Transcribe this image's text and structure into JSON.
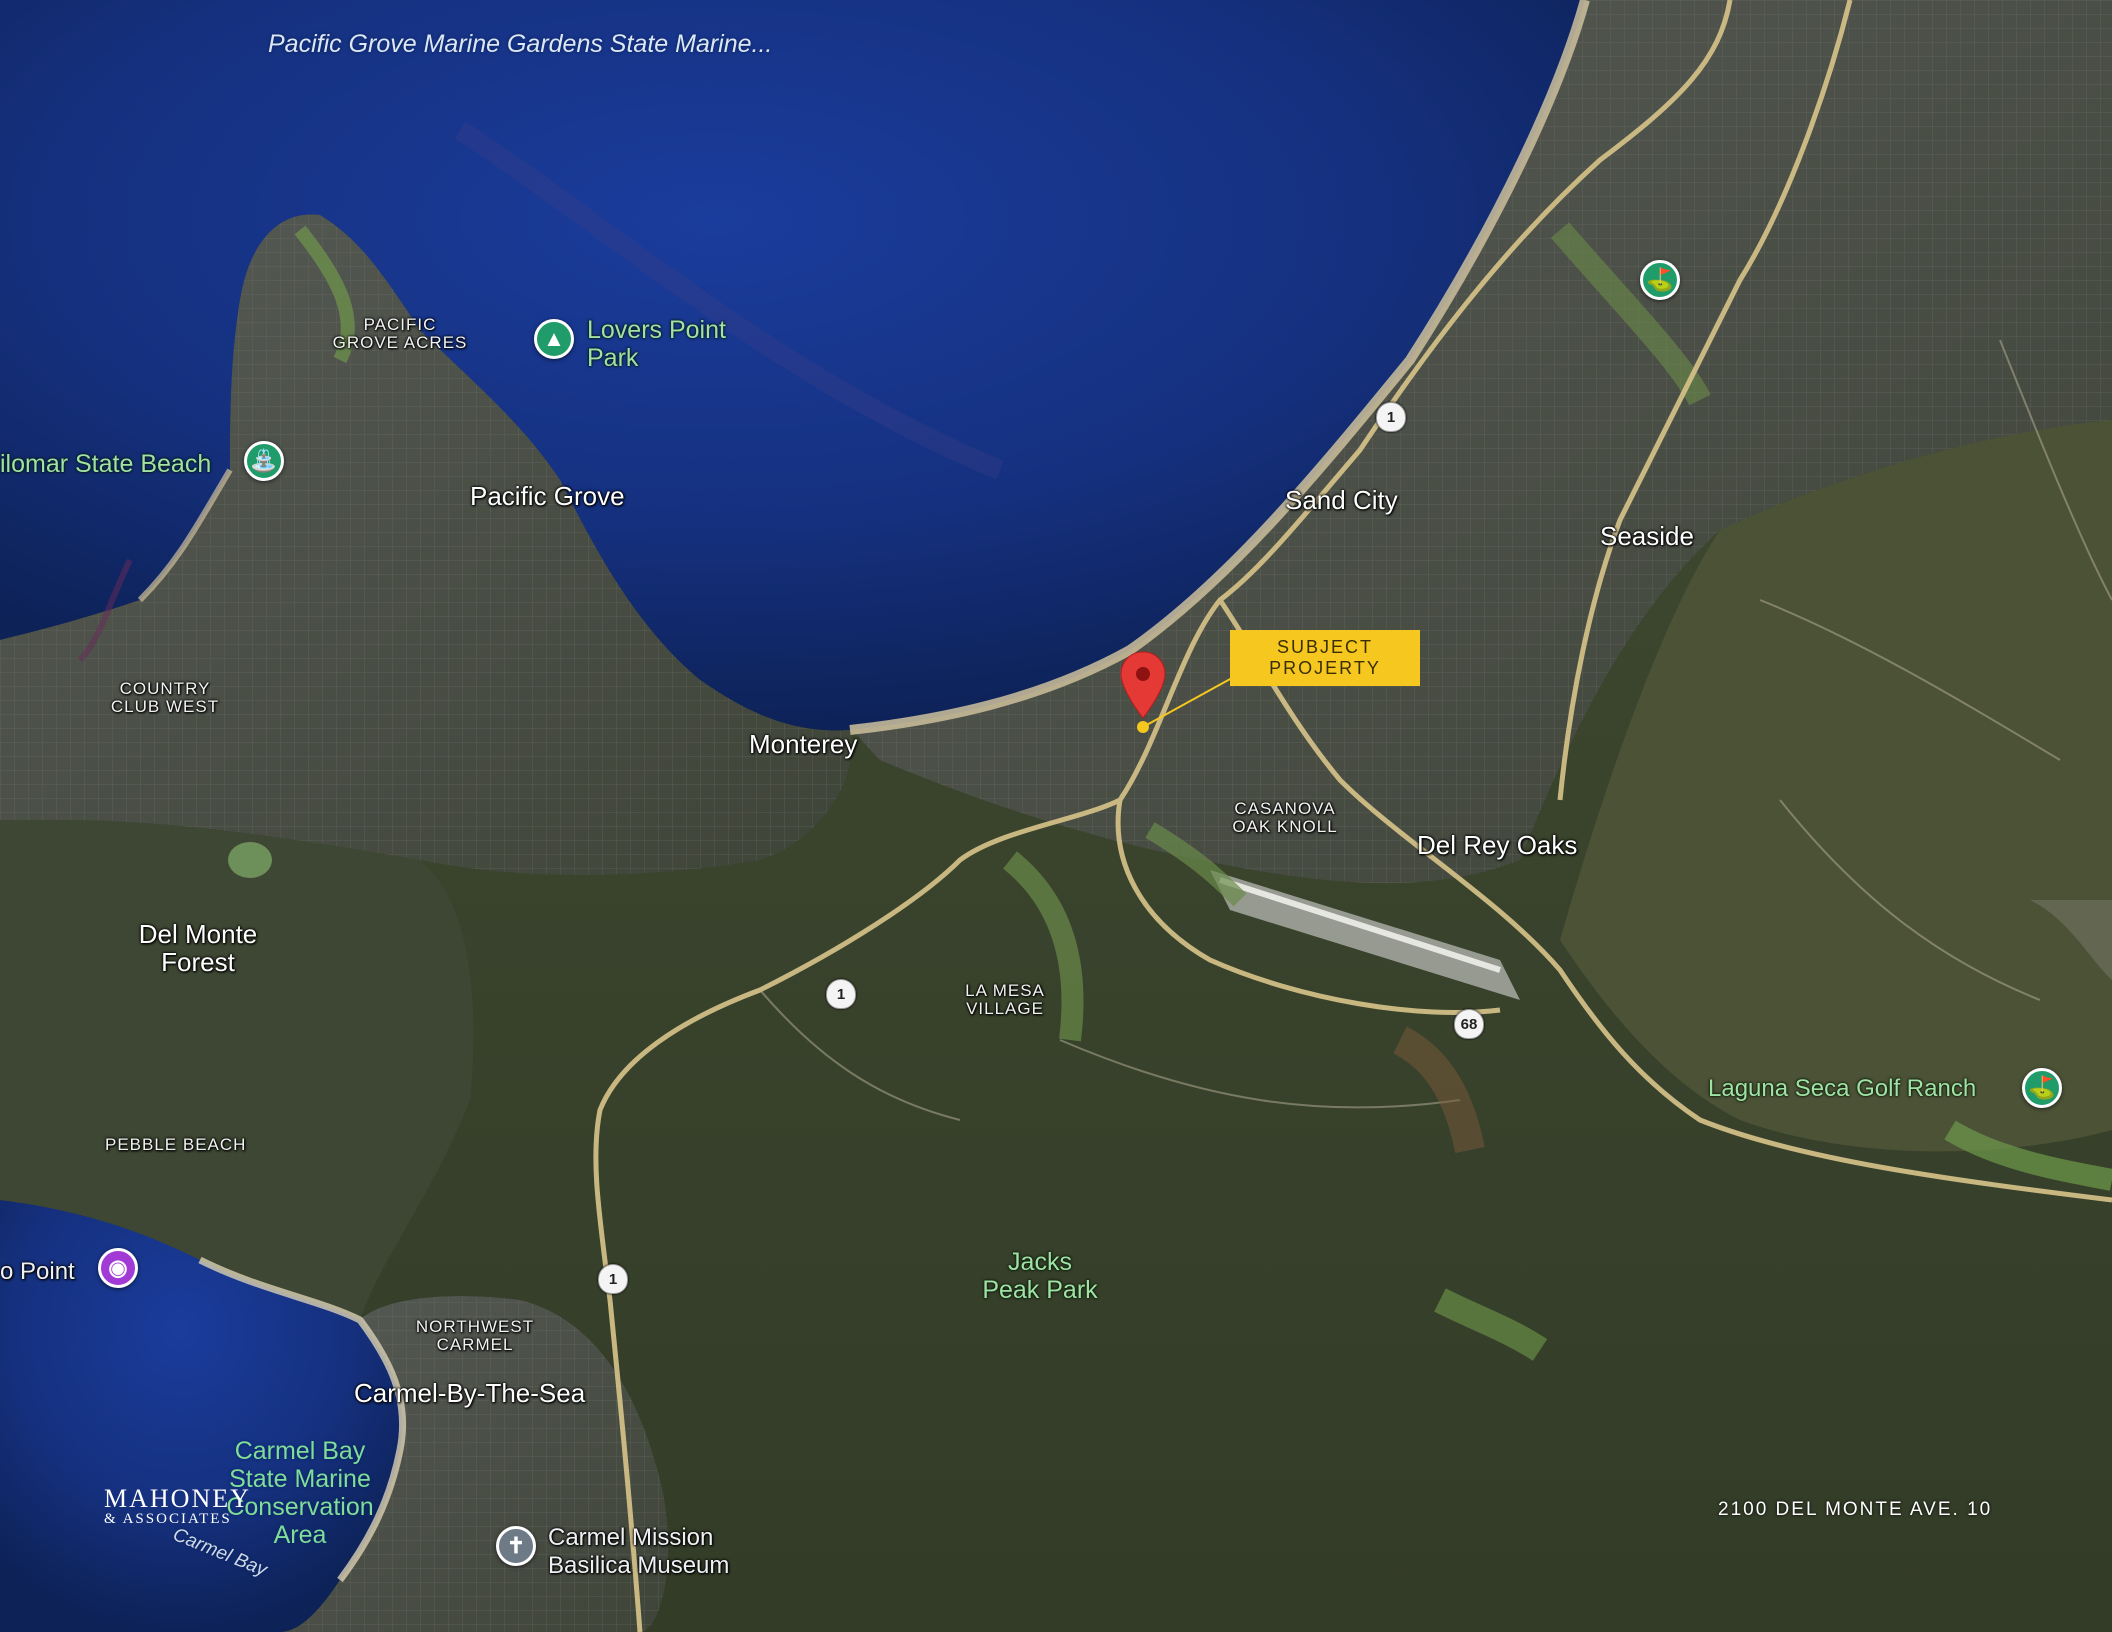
{
  "map": {
    "water_labels": [
      {
        "key": "pg_marine",
        "text": "Pacific Grove Marine Gardens State Marine..."
      },
      {
        "key": "carmel_bay_italic",
        "text": "Carmel Bay"
      }
    ],
    "cities": {
      "pacific_grove": "Pacific Grove",
      "monterey": "Monterey",
      "sand_city": "Sand City",
      "seaside": "Seaside",
      "del_rey_oaks": "Del Rey Oaks",
      "del_monte_forest": "Del Monte Forest",
      "carmel": "Carmel-By-The-Sea"
    },
    "neighborhoods": {
      "pg_acres": "PACIFIC GROVE ACRES",
      "country_club": "COUNTRY CLUB WEST",
      "casanova": "CASANOVA OAK KNOLL",
      "la_mesa": "LA MESA VILLAGE",
      "pebble": "PEBBLE BEACH",
      "nw_carmel": "NORTHWEST CARMEL"
    },
    "places": {
      "lovers_point": "Lovers Point Park",
      "asilomar": "ilomar State Beach",
      "jacks_peak": "Jacks Peak Park",
      "laguna_seca": "Laguna Seca Golf Ranch",
      "carmel_bay_smca": "Carmel Bay State Marine Conservation Area",
      "carmel_mission": "Carmel Mission Basilica Museum",
      "cypress_point": "o Point"
    },
    "highways": {
      "hwy1": "1",
      "hwy68": "68"
    },
    "icons": {
      "park": "tree-icon",
      "beach": "beach-icon",
      "golf": "golf-icon",
      "photo": "camera-icon",
      "church": "church-icon",
      "marker": "location-pin-icon"
    },
    "colors": {
      "marker": "#e53935",
      "callout": "#f6c71f",
      "road": "#d8c48a"
    }
  },
  "subject": {
    "line1": "SUBJECT",
    "line2": "PROJERTY"
  },
  "brand": {
    "name": "MAHONEY",
    "sub": "& ASSOCIATES"
  },
  "footer": {
    "address": "2100 DEL MONTE AVE. 10"
  }
}
